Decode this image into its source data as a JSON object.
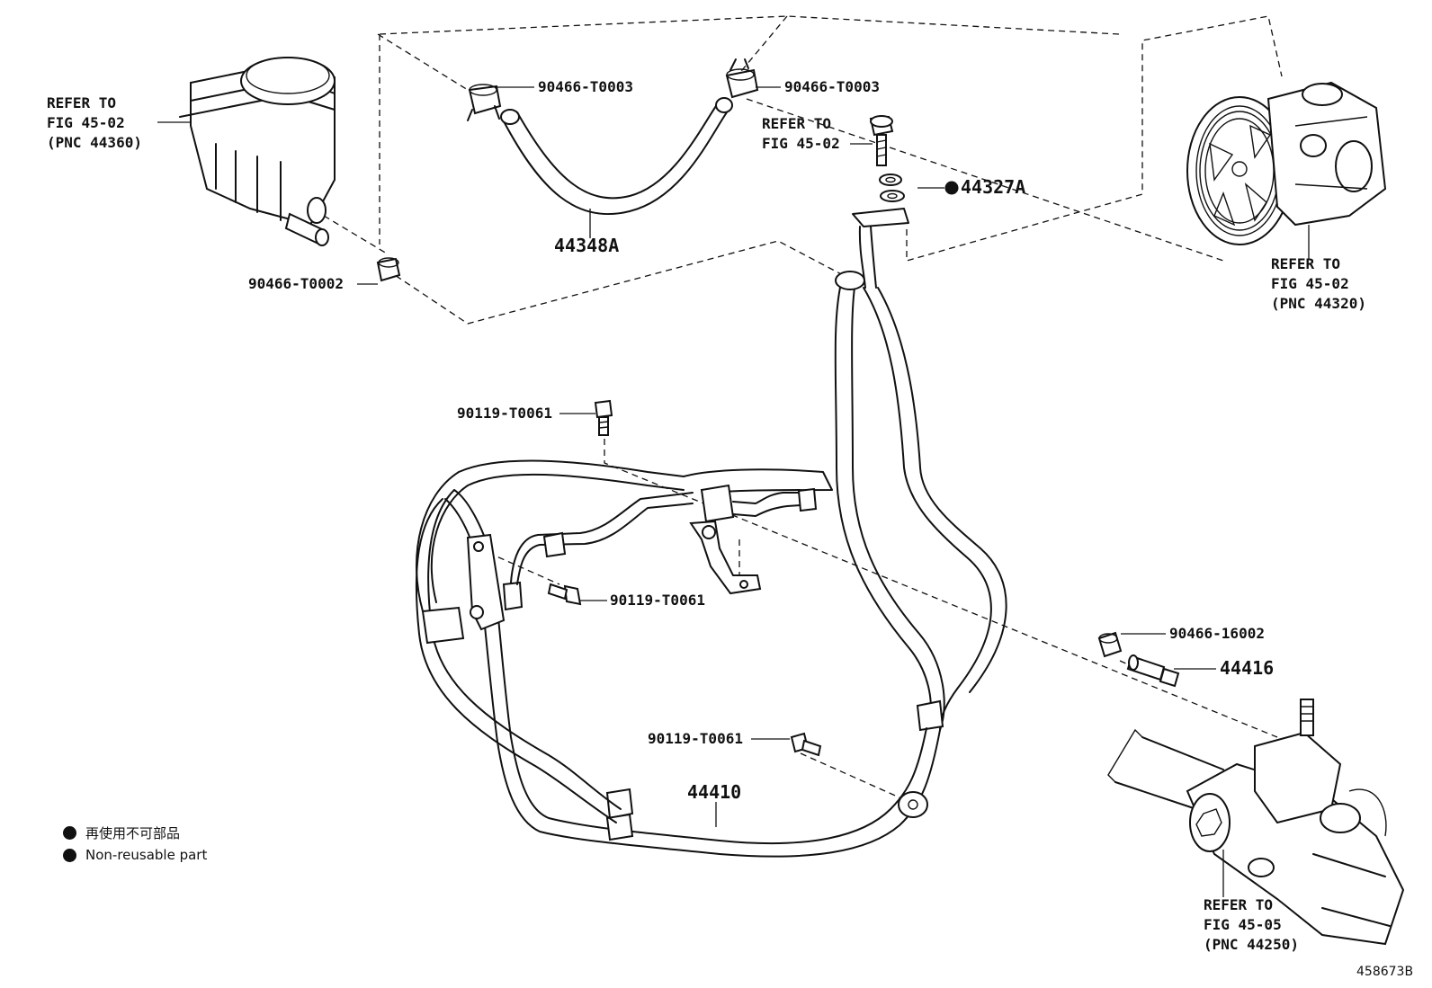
{
  "labels": {
    "reservoir_ref": "REFER TO\nFIG 45-02\n(PNC 44360)",
    "pump_ref": "REFER TO\nFIG 45-02\n(PNC 44320)",
    "bolt_ref": "REFER TO\nFIG 45-02",
    "gear_ref": "REFER TO\nFIG 45-05\n(PNC 44250)",
    "clamp_top_left": "90466-T0003",
    "clamp_top_right": "90466-T0003",
    "clamp_reservoir": "90466-T0002",
    "hose_return": "44348A",
    "gasket": "44327A",
    "bolt_upper": "90119-T0061",
    "bolt_middle": "90119-T0061",
    "bolt_lower": "90119-T0061",
    "clamp_gear": "90466-16002",
    "union": "44416",
    "pressure_tube": "44410"
  },
  "legend": {
    "jp": "再使用不可部品",
    "en": "Non-reusable part"
  },
  "figure_id": "458673B"
}
